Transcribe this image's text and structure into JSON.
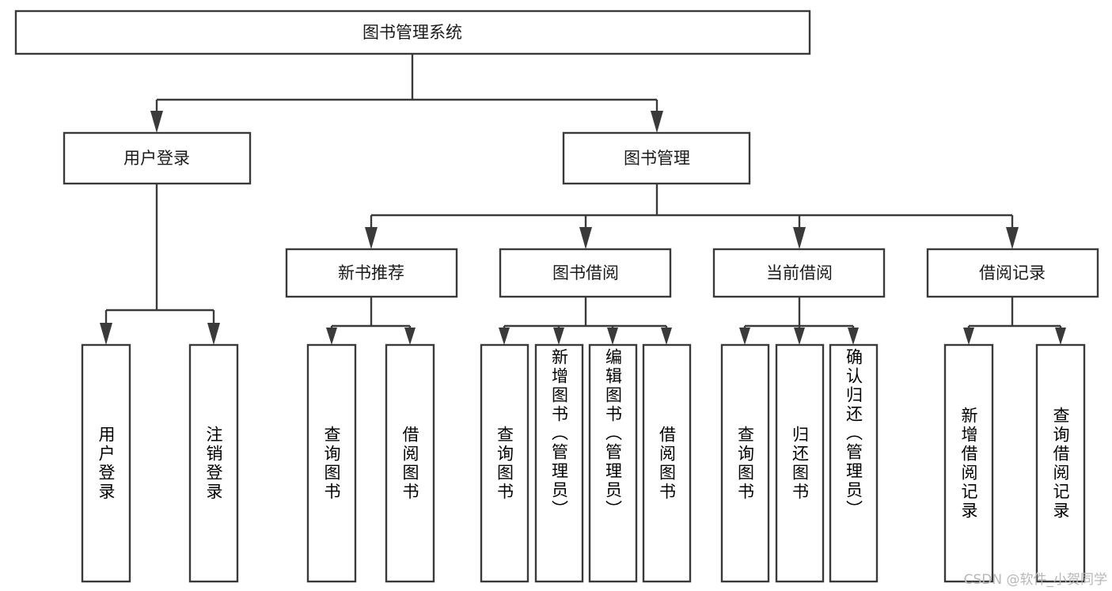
{
  "diagram": {
    "type": "tree-hierarchy-chart",
    "title": "图书管理系统",
    "watermark": "CSDN @软件_小贺同学",
    "colors": {
      "stroke": "#3a3a3a",
      "fill": "#ffffff",
      "text": "#1a1a1a",
      "watermark": "#b8b8b8",
      "background": "#ffffff"
    },
    "levels": {
      "level1": {
        "label": "图书管理系统"
      },
      "level2": [
        {
          "label": "用户登录"
        },
        {
          "label": "图书管理"
        }
      ],
      "level3": [
        {
          "label": "新书推荐"
        },
        {
          "label": "图书借阅"
        },
        {
          "label": "当前借阅"
        },
        {
          "label": "借阅记录"
        }
      ]
    },
    "nodes": {
      "root": "图书管理系统",
      "user_login": "用户登录",
      "book_manage": "图书管理",
      "new_book_rec": "新书推荐",
      "book_borrow": "图书借阅",
      "current_borrow": "当前借阅",
      "borrow_record": "借阅记录",
      "leaf_user_login": "用户登录",
      "leaf_logout": "注销登录",
      "leaf_query_book_1": "查询图书",
      "leaf_borrow_book_1": "借阅图书",
      "leaf_query_book_2": "查询图书",
      "leaf_add_book": "新增图书（管理员）",
      "leaf_edit_book": "编辑图书（管理员）",
      "leaf_borrow_book_2": "借阅图书",
      "leaf_query_book_3": "查询图书",
      "leaf_return_book": "归还图书",
      "leaf_confirm_return": "确认归还（管理员）",
      "leaf_add_record": "新增借阅记录",
      "leaf_query_record": "查询借阅记录"
    },
    "groups": [
      {
        "parent": "用户登录",
        "children": [
          "用户登录",
          "注销登录"
        ]
      },
      {
        "parent": "新书推荐",
        "children": [
          "查询图书",
          "借阅图书"
        ]
      },
      {
        "parent": "图书借阅",
        "children": [
          "查询图书",
          "新增图书（管理员）",
          "编辑图书（管理员）",
          "借阅图书"
        ]
      },
      {
        "parent": "当前借阅",
        "children": [
          "查询图书",
          "归还图书",
          "确认归还（管理员）"
        ]
      },
      {
        "parent": "借阅记录",
        "children": [
          "新增借阅记录",
          "查询借阅记录"
        ]
      }
    ]
  }
}
